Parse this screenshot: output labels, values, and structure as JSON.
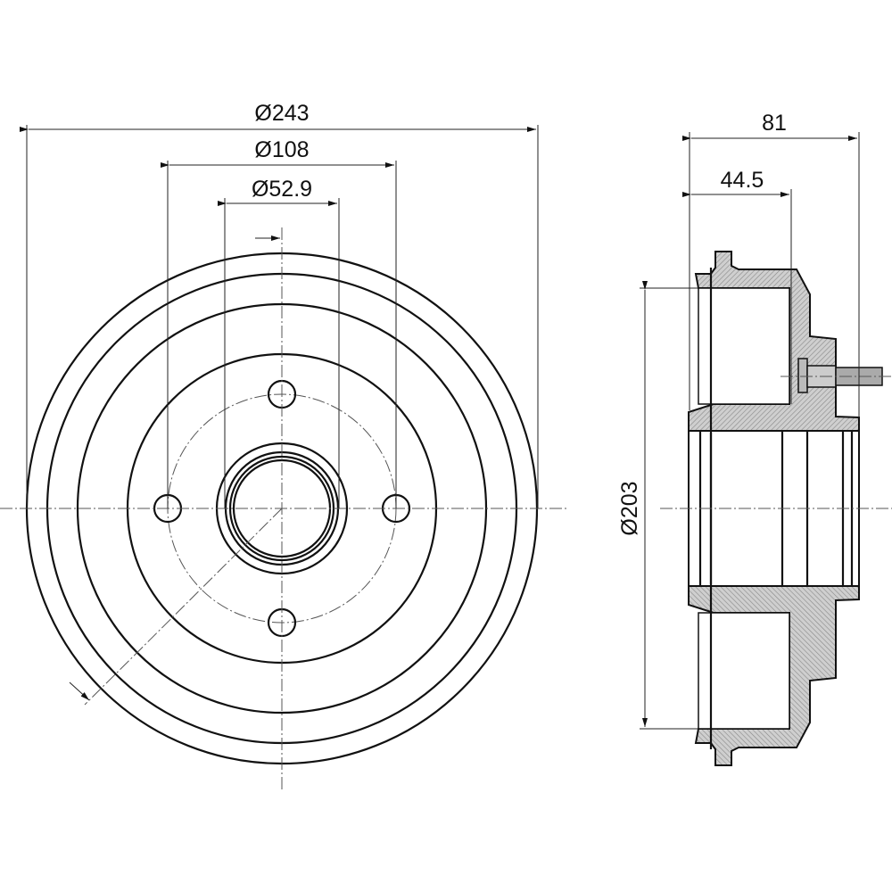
{
  "front_view": {
    "dim_outer_diameter": "Ø243",
    "dim_bolt_circle": "Ø108",
    "dim_center_bore": "Ø52.9"
  },
  "side_view": {
    "dim_total_height": "81",
    "dim_drum_depth": "44.5",
    "dim_inner_diameter": "Ø203"
  },
  "colors": {
    "line": "#111111",
    "hatch": "#888888"
  }
}
